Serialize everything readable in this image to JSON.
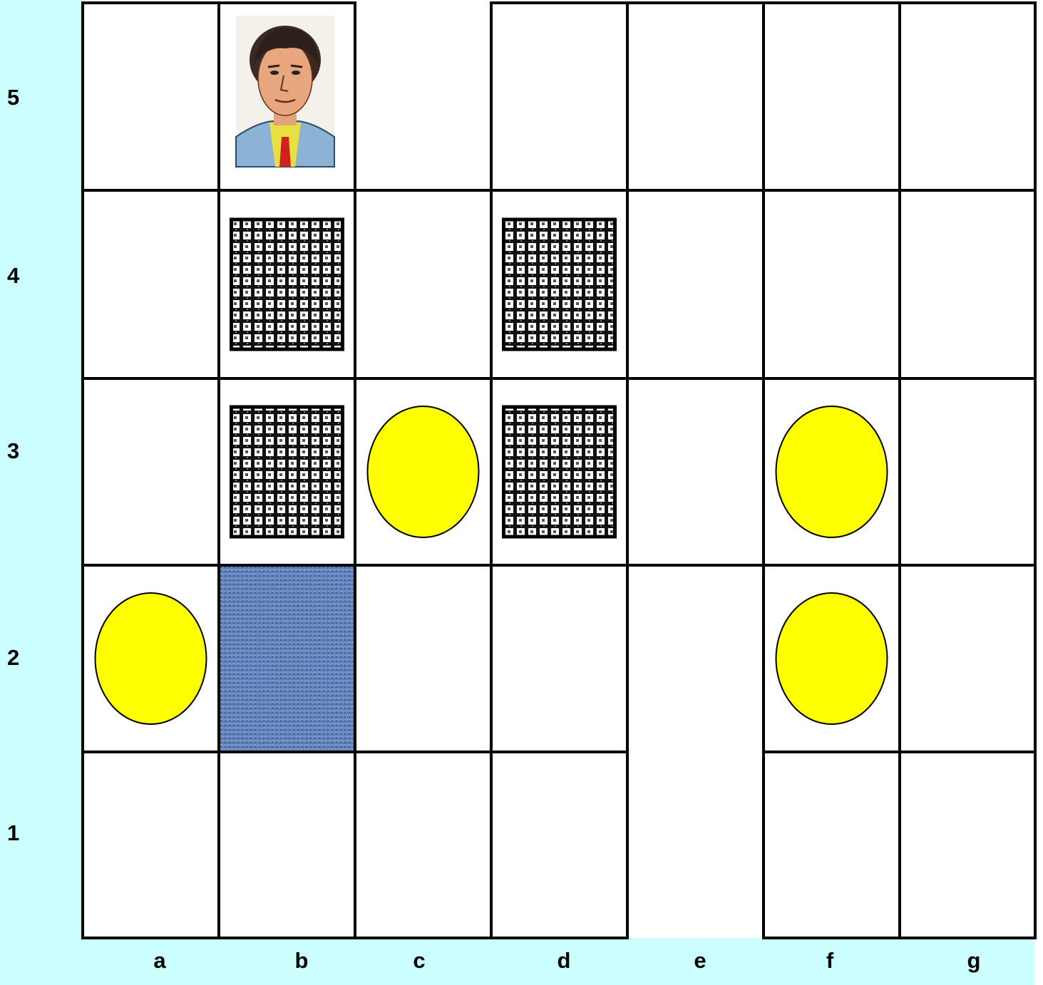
{
  "board": {
    "columns": [
      "a",
      "b",
      "c",
      "d",
      "e",
      "f",
      "g"
    ],
    "rows": [
      "5",
      "4",
      "3",
      "2",
      "1"
    ],
    "colors": {
      "cell": "#ffffff",
      "grid_line": "#000000",
      "label_band": "#ccffff",
      "coin": "#ffff00",
      "carpet": "#5b7fb8"
    },
    "open_cells": [
      "c5",
      "e2",
      "e1"
    ],
    "pieces": [
      {
        "cell": "b5",
        "kind": "character-portrait"
      },
      {
        "cell": "b4",
        "kind": "checkered-crate"
      },
      {
        "cell": "d4",
        "kind": "checkered-crate"
      },
      {
        "cell": "b3",
        "kind": "checkered-crate"
      },
      {
        "cell": "d3",
        "kind": "checkered-crate"
      },
      {
        "cell": "c3",
        "kind": "yellow-coin"
      },
      {
        "cell": "f3",
        "kind": "yellow-coin"
      },
      {
        "cell": "a2",
        "kind": "yellow-coin"
      },
      {
        "cell": "f2",
        "kind": "yellow-coin"
      },
      {
        "cell": "b2",
        "kind": "blue-carpet"
      }
    ]
  }
}
